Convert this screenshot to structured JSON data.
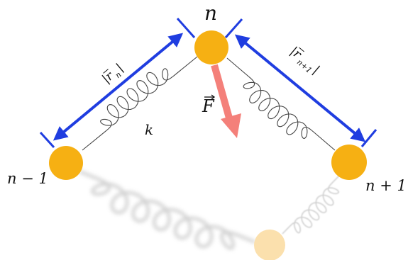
{
  "labels": {
    "top_node": "n",
    "left_node": "n − 1",
    "right_node": "n + 1",
    "force": "F",
    "spring_constant": "k",
    "left_distance": "|r",
    "left_distance_sub": "n",
    "left_distance_close": "|",
    "right_distance": "|r",
    "right_distance_sub": "n+1",
    "right_distance_close": "|"
  },
  "colors": {
    "mass": "#f6b013",
    "mass_ghost": "#fbe0ad",
    "bracket": "#1f3de0",
    "force_arrow": "#f4807a",
    "spring": "#444444",
    "spring_ghost": "#c8c8c8"
  }
}
